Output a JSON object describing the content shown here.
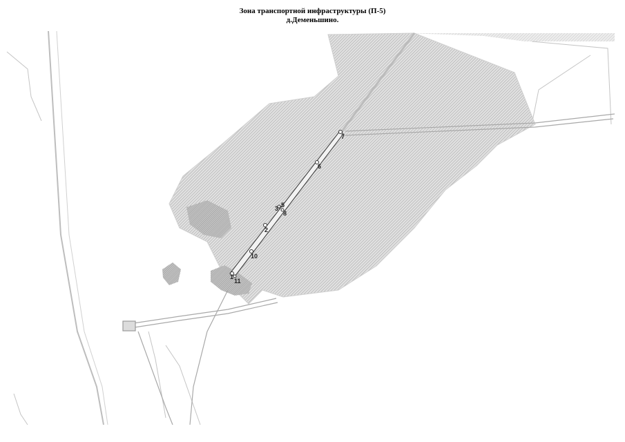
{
  "title": {
    "line1": "Зона транспортной инфраструктуры (П-5)",
    "line2": "д.Деменьшино."
  },
  "colors": {
    "zone_hatch": "#b9b9b9",
    "pond": "#9a9a9a",
    "road": "#aaaaaa",
    "boundary": "#333333"
  },
  "points": [
    {
      "label": "7"
    },
    {
      "label": "6"
    },
    {
      "label": "3"
    },
    {
      "label": "8"
    },
    {
      "label": "5"
    },
    {
      "label": "2"
    },
    {
      "label": "10"
    },
    {
      "label": "1"
    },
    {
      "label": "11"
    }
  ]
}
